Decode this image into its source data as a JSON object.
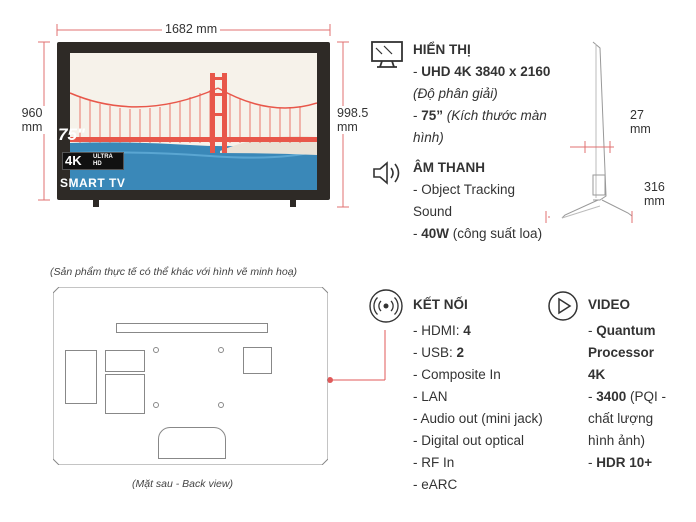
{
  "dimensions": {
    "width": "1682 mm",
    "height_left": "960",
    "height_left_unit": "mm",
    "height_right": "998.5",
    "height_right_unit": "mm",
    "depth_top": "27",
    "depth_top_unit": "mm",
    "depth_stand": "316",
    "depth_stand_unit": "mm"
  },
  "badges": {
    "size": "75\"",
    "k4": "4K",
    "ultra_line1": "ULTRA",
    "ultra_line2": "HD",
    "smart": "SMART TV"
  },
  "display": {
    "title": "HIỂN THỊ",
    "line1": "UHD 4K 3840 x 2160",
    "line1_prefix": "- ",
    "line2": "(Độ phân giải)",
    "line3_bold": "75”",
    "line3_rest": " (Kích thước màn",
    "line4": "hình)"
  },
  "audio": {
    "title": "ÂM THANH",
    "line1": "- Object Tracking",
    "line2": "Sound",
    "line3_bold": "40W",
    "line3_rest": " (công suất loa)"
  },
  "connect": {
    "title": "KẾT NỐI",
    "items": [
      {
        "label": "- HDMI: ",
        "value": "4"
      },
      {
        "label": "- USB: ",
        "value": "2"
      },
      {
        "label": "- Composite In",
        "value": ""
      },
      {
        "label": "- LAN",
        "value": ""
      },
      {
        "label": "- Audio out (mini jack)",
        "value": ""
      },
      {
        "label": "- Digital out optical",
        "value": ""
      },
      {
        "label": "- RF In",
        "value": ""
      },
      {
        "label": "- eARC",
        "value": ""
      }
    ]
  },
  "video": {
    "title": "VIDEO",
    "line1": "Quantum",
    "line2": "Processor",
    "line3": "4K",
    "line4_bold": "3400",
    "line4_rest": " (PQI -",
    "line5": "chất lượng",
    "line6": "hình ảnh)",
    "line7": "HDR 10+"
  },
  "notes": {
    "disclaimer": "(Sản phẩm thực tế có thể khác với hình vẽ minh hoạ)",
    "back_view": "(Mặt sau - Back view)"
  },
  "colors": {
    "accent_red": "#e05a5a",
    "bridge": "#e8574a",
    "water": "#3a88b8"
  }
}
